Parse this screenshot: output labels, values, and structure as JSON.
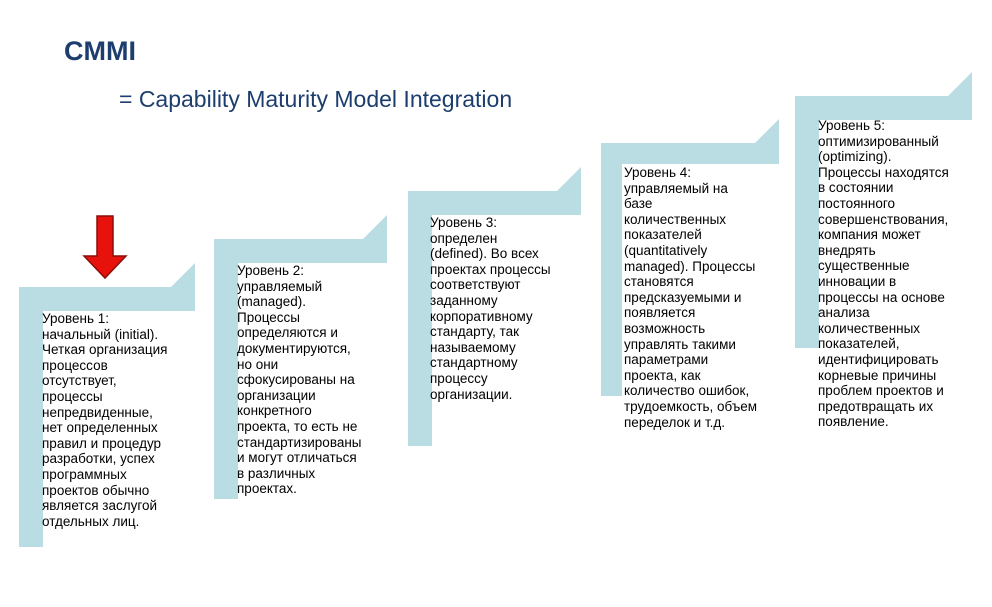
{
  "slide": {
    "title": "CMMI",
    "subtitle": "= Capability Maturity Model Integration"
  },
  "colors": {
    "step_fill": "#b9dde3",
    "title_color": "#1c3d6e",
    "arrow_fill": "#e8120c",
    "arrow_stroke": "#8a0e0a"
  },
  "marker": {
    "icon": "red-down-arrow-icon",
    "points_to_level": 1
  },
  "levels": [
    {
      "text": "Уровень 1:\nначальный (initial).\nЧеткая организация\nпроцессов\nотсутствует,\nпроцессы\nнепредвиденные,\nнет определенных\nправил и процедур\nразработки, успех\nпрограммных\nпроектов обычно\nявляется заслугой\nотдельных лиц."
    },
    {
      "text": "Уровень 2:\nуправляемый\n(managed).\nПроцессы\nопределяются и\nдокументируются,\nно они\nсфокусированы на\nорганизации\nконкретного\nпроекта, то есть не\nстандартизированы\nи могут отличаться\nв различных\nпроектах."
    },
    {
      "text": "Уровень 3:\nопределен\n(defined). Во всех\nпроектах процессы\nсоответствуют\nзаданному\nкорпоративному\nстандарту, так\nназываемому\nстандартному\nпроцессу\nорганизации."
    },
    {
      "text": "Уровень 4:\nуправляемый на\nбазе\nколичественных\nпоказателей\n(quantitatively\nmanaged). Процессы\nстановятся\nпредсказуемыми и\nпоявляется\nвозможность\nуправлять такими\nпараметрами\nпроекта, как\nколичество ошибок,\nтрудоемкость, объем\nпеределок и т.д."
    },
    {
      "text": "Уровень 5:\nоптимизированный\n(optimizing).\nПроцессы находятся\nв состоянии\nпостоянного\nсовершенствования,\nкомпания может\nвнедрять\nсущественные\nинновации в\nпроцессы на основе\nанализа\nколичественных\nпоказателей,\nидентифицировать\nкорневые причины\nпроблем проектов и\nпредотвращать их\nпоявление."
    }
  ]
}
